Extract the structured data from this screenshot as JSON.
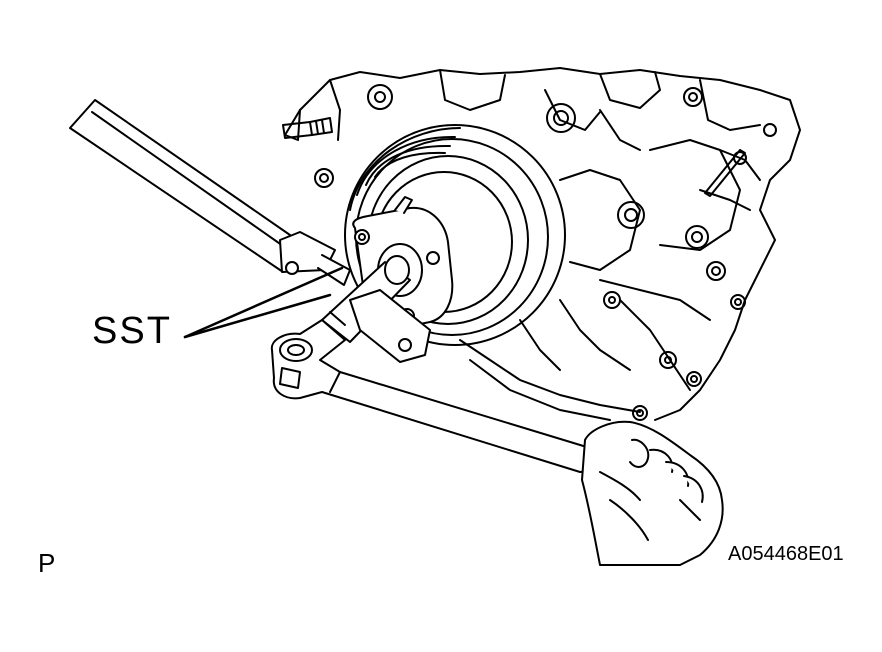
{
  "labels": {
    "callout": "SST",
    "view_letter": "P",
    "figure_id": "A054468E01"
  },
  "colors": {
    "ink": "#000000",
    "background": "#ffffff"
  }
}
